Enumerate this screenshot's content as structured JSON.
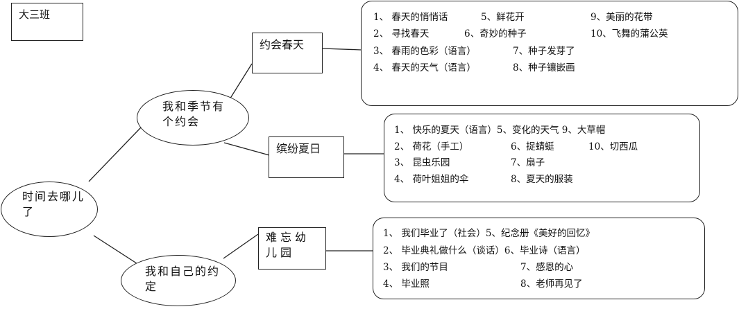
{
  "class_label": "大三班",
  "root": "时间去哪儿了",
  "themes": [
    {
      "label": "我和季节有个约会"
    },
    {
      "label": "我和自己的约定"
    }
  ],
  "subthemes": [
    {
      "label": "约会春天",
      "items": [
        "1、 春天的悄悄话",
        "5、鲜花开",
        "9、美丽的花带",
        "2、 寻找春天",
        "6、奇妙的种子",
        "10、飞舞的蒲公英",
        "3、 春雨的色彩（语言）",
        "7、种子发芽了",
        "4、 春天的天气（语言）",
        "8、种子镶嵌画"
      ]
    },
    {
      "label": "缤纷夏日",
      "items": [
        "1、 快乐的夏天（语言）5、变化的天气 9、大草帽",
        "2、 荷花（手工）",
        "6、捉蜻蜓",
        "10、切西瓜",
        "3、 昆虫乐园",
        "7、扇子",
        "4、 荷叶姐姐的伞",
        "8、夏天的服装"
      ]
    },
    {
      "label": "难忘幼儿园",
      "items": [
        "1、 我们毕业了（社会）5、纪念册《美好的回忆》",
        "2、 毕业典礼做什么（谈话）6、毕业诗（语言）",
        "3、 我们的节目",
        "7、感恩的心",
        "4、 毕业照",
        "8、老师再见了"
      ]
    }
  ]
}
